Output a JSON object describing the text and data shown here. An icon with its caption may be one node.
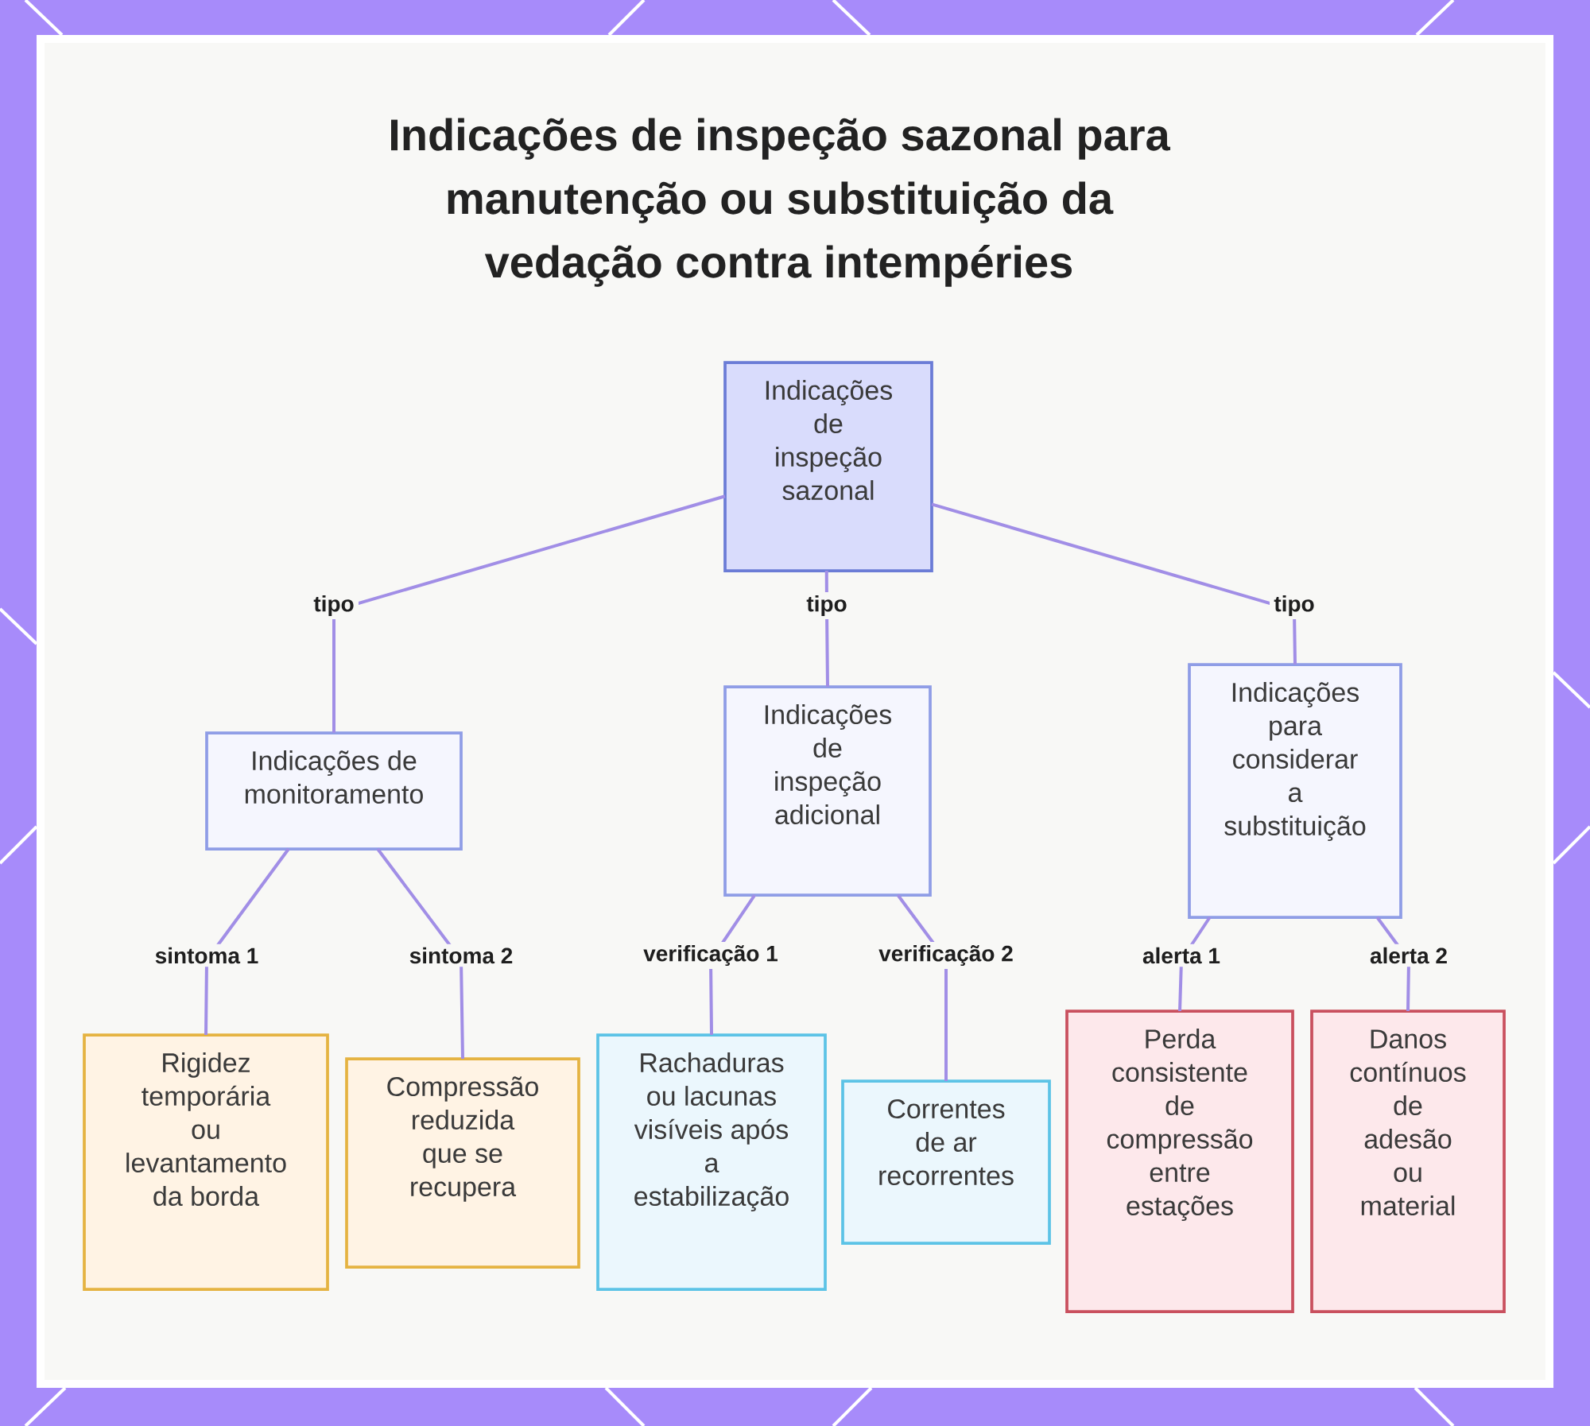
{
  "diagram": {
    "title": "Indicações de inspeção sazonal para manutenção ou substituição da vedação contra intempéries",
    "nodes": [
      {
        "text": [
          "Indicações de inspeção sazonal"
        ]
      },
      {
        "text": [
          "Indicações de monitoramento"
        ]
      },
      {
        "text": [
          "Indicações de inspeção adicional"
        ]
      },
      {
        "text": [
          "Indicações para considerar a substituição"
        ]
      },
      {
        "text": [
          "Rigidez temporária ou levantamento da borda"
        ]
      },
      {
        "text": [
          "Compressão reduzida que se recupera"
        ]
      },
      {
        "text": [
          "Rachaduras ou lacunas visíveis após a estabilização"
        ]
      },
      {
        "text": [
          "Correntes de ar recorrentes"
        ]
      },
      {
        "text": [
          "Perda consistente de compressão entre estações"
        ]
      },
      {
        "text": [
          "Danos contínuos de adesão ou material"
        ]
      }
    ],
    "edges": [
      {
        "from": 0,
        "to": 1,
        "arrow": "none",
        "label": "tipo"
      },
      {
        "from": 0,
        "to": 2,
        "arrow": "none",
        "label": "tipo"
      },
      {
        "from": 0,
        "to": 3,
        "arrow": "none",
        "label": "tipo"
      },
      {
        "from": 1,
        "to": 4,
        "arrow": "none",
        "label": "sintoma 1"
      },
      {
        "from": 1,
        "to": 5,
        "arrow": "none",
        "label": "sintoma 2"
      },
      {
        "from": 2,
        "to": 6,
        "arrow": "none",
        "label": "verificação 1"
      },
      {
        "from": 2,
        "to": 7,
        "arrow": "none",
        "label": "verificação 2"
      },
      {
        "from": 3,
        "to": 8,
        "arrow": "none",
        "label": "alerta 1"
      },
      {
        "from": 3,
        "to": 9,
        "arrow": "none",
        "label": "alerta 2"
      }
    ]
  }
}
